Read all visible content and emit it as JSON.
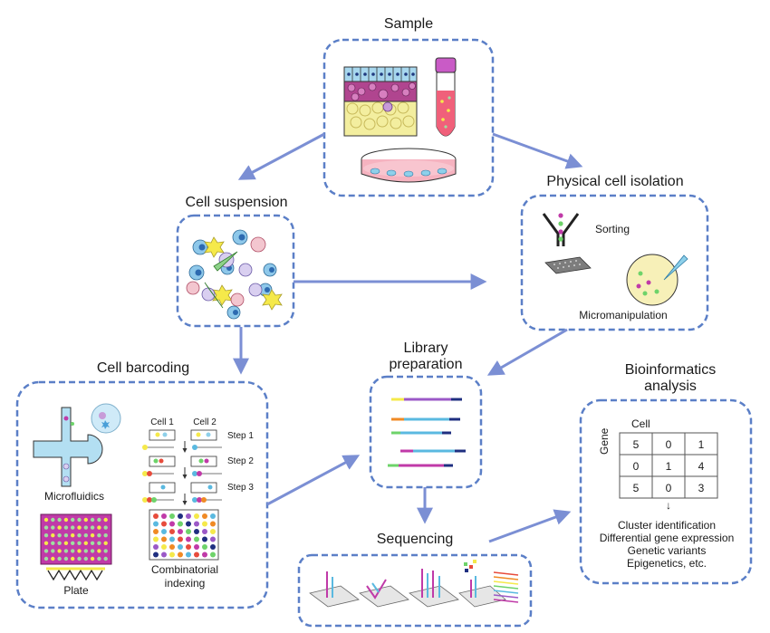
{
  "sample": {
    "title": "Sample"
  },
  "cell_suspension": {
    "title": "Cell suspension"
  },
  "physical_isolation": {
    "title": "Physical cell isolation",
    "sorting": "Sorting",
    "micromanipulation": "Micromanipulation"
  },
  "cell_barcoding": {
    "title": "Cell barcoding",
    "microfluidics": "Microfluidics",
    "plate": "Plate",
    "cell1": "Cell 1",
    "cell2": "Cell 2",
    "step1": "Step 1",
    "step2": "Step 2",
    "step3": "Step 3",
    "combinatorial_line1": "Combinatorial",
    "combinatorial_line2": "indexing"
  },
  "library_preparation": {
    "line1": "Library",
    "line2": "preparation"
  },
  "sequencing": {
    "title": "Sequencing"
  },
  "bioinformatics": {
    "line1": "Bioinformatics",
    "line2": "analysis",
    "cell_axis": "Cell",
    "gene_axis": "Gene",
    "matrix": [
      [
        "5",
        "0",
        "1"
      ],
      [
        "0",
        "1",
        "4"
      ],
      [
        "5",
        "0",
        "3"
      ]
    ],
    "arrow": "↓",
    "outputs": [
      "Cluster identification",
      "Differential gene expression",
      "Genetic variants",
      "Epigenetics, etc."
    ]
  },
  "colors": {
    "box_border": "#5b7fc7",
    "arrow": "#7b8fd4",
    "magenta": "#c03aa8",
    "cyan": "#5ab9e0",
    "yellow": "#f5e94a",
    "purple": "#9b59c7"
  }
}
